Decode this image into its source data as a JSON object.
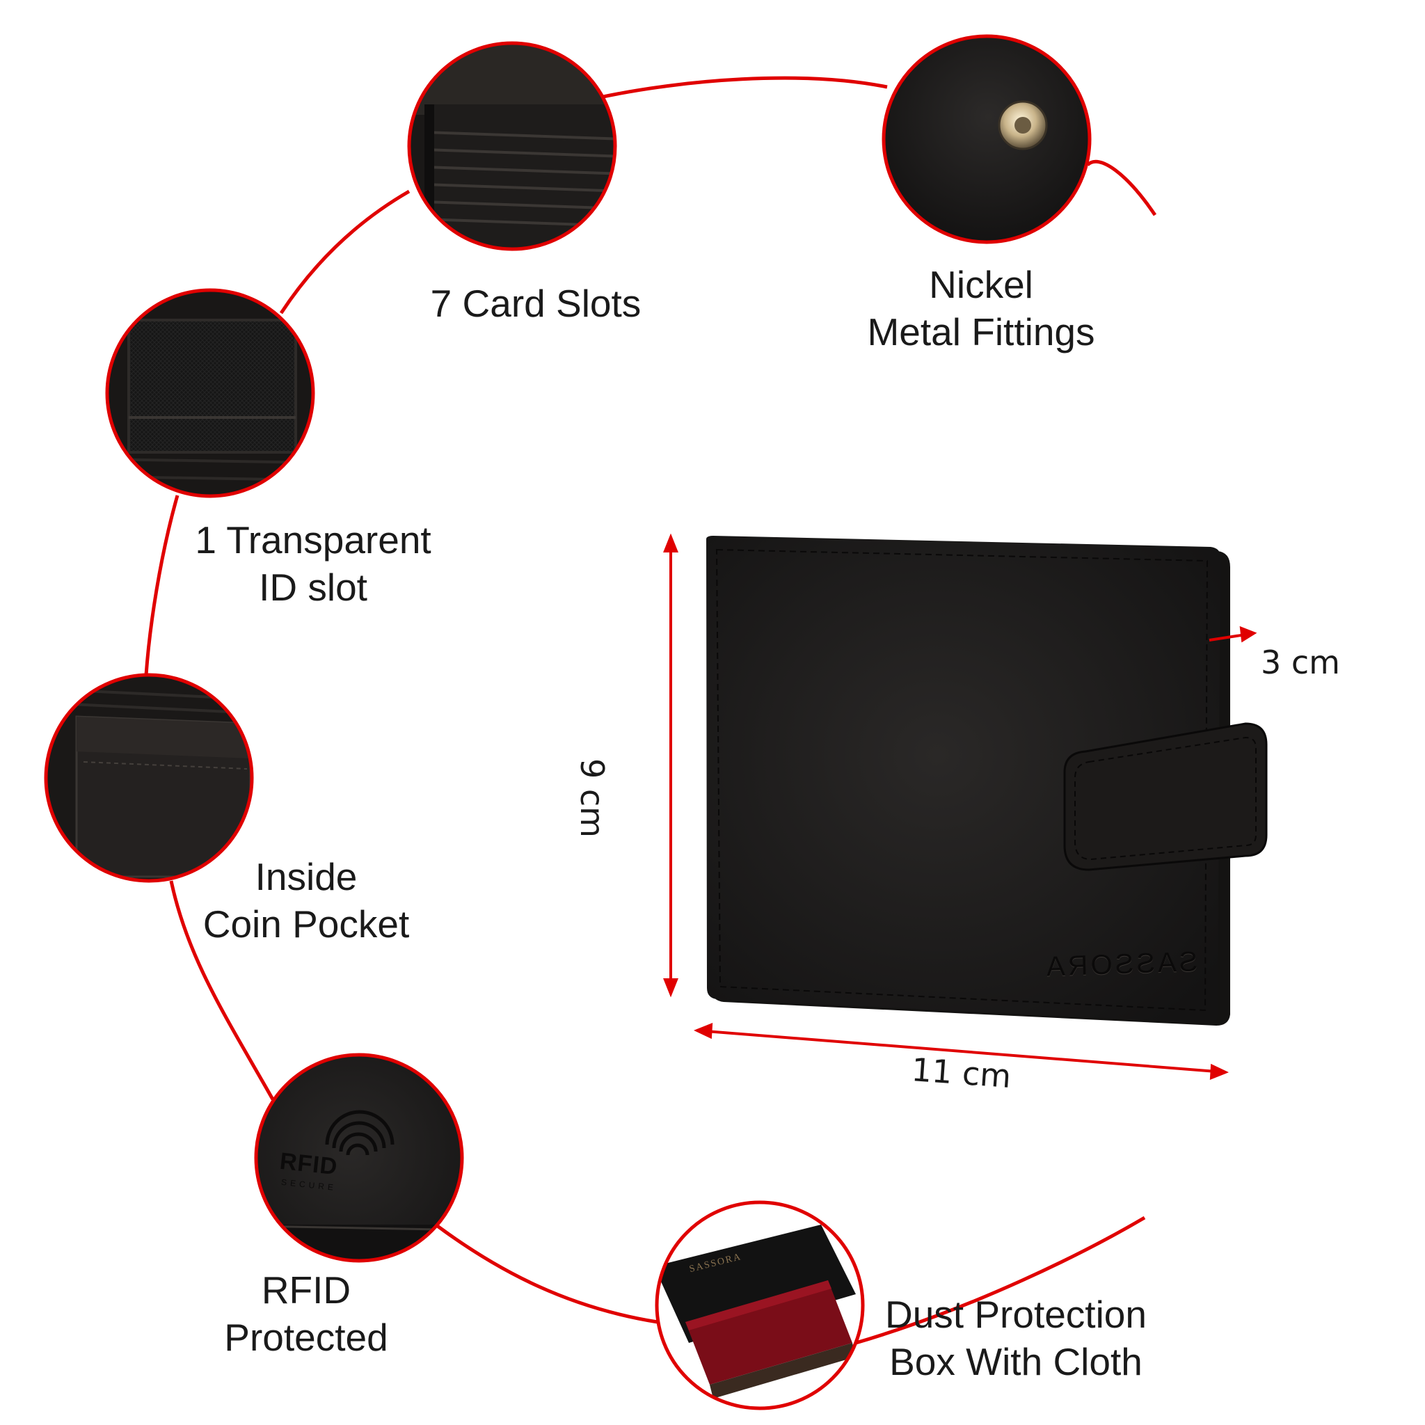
{
  "features": [
    {
      "id": "card-slots",
      "lines": [
        "7 Card Slots"
      ]
    },
    {
      "id": "nickel",
      "lines": [
        "Nickel",
        "Metal Fittings"
      ]
    },
    {
      "id": "id-slot",
      "lines": [
        "1 Transparent",
        "ID slot"
      ]
    },
    {
      "id": "coin",
      "lines": [
        "Inside",
        "Coin Pocket"
      ]
    },
    {
      "id": "rfid",
      "lines": [
        "RFID",
        "Protected"
      ]
    },
    {
      "id": "box",
      "lines": [
        "Dust Protection",
        "Box With Cloth"
      ]
    }
  ],
  "dimensions": {
    "height": "9 cm",
    "width": "11 cm",
    "depth": "3 cm"
  },
  "brand": "SASSORA",
  "rfid_badge": {
    "text": "RFID",
    "subtext": "SECURE"
  },
  "colors": {
    "accent": "#e00000",
    "leather": "#1c1a19",
    "cloth": "#7a0d18"
  }
}
